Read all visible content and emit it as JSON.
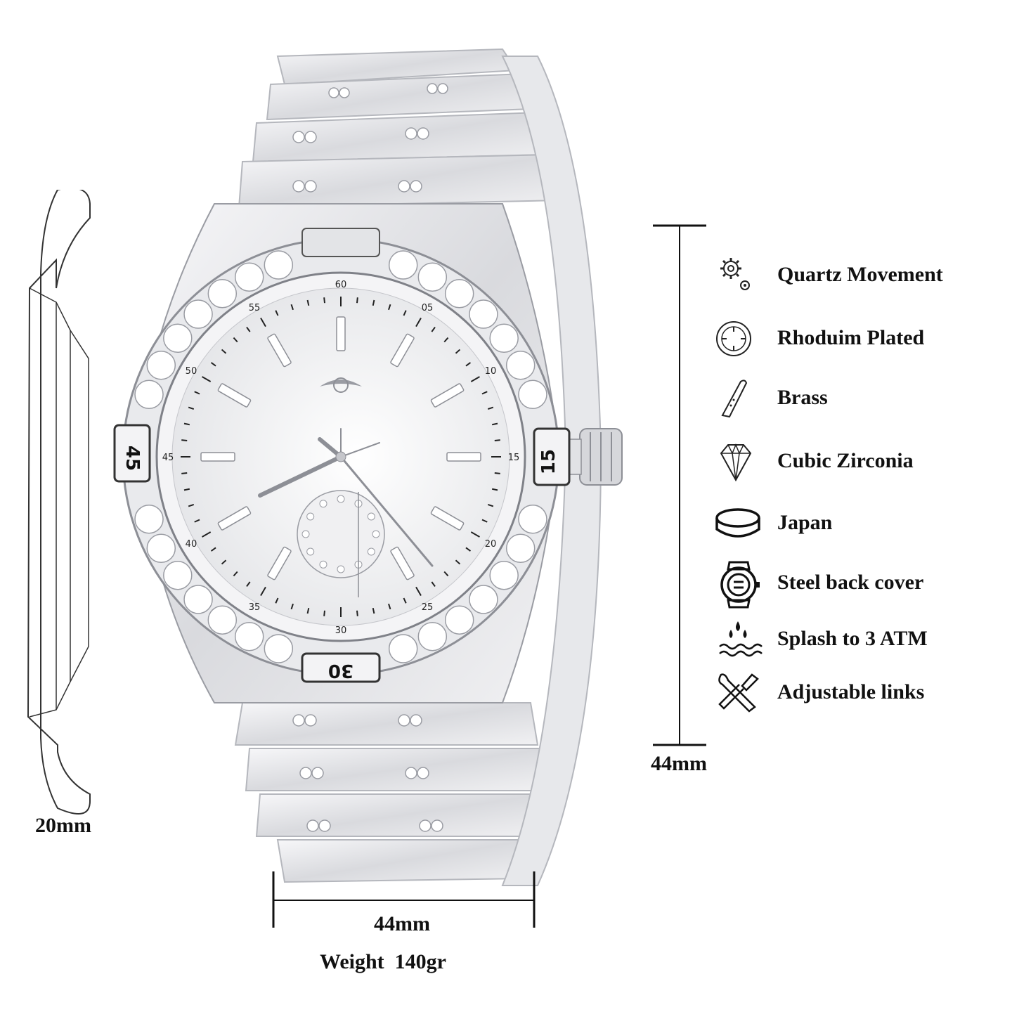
{
  "dimensions": {
    "side_thickness": "20mm",
    "case_height": "44mm",
    "case_width": "44mm",
    "weight_label": "Weight",
    "weight_value": "140gr"
  },
  "watch": {
    "bezel_numbers": [
      "45",
      "15",
      "30"
    ],
    "dial_numbers": [
      "60",
      "05",
      "10",
      "15",
      "20",
      "25",
      "30",
      "35",
      "40",
      "45",
      "50",
      "55"
    ]
  },
  "features": [
    {
      "icon": "gears-icon",
      "label": "Quartz Movement"
    },
    {
      "icon": "plated-dial-icon",
      "label": "Rhoduim Plated"
    },
    {
      "icon": "brass-rod-icon",
      "label": "Brass"
    },
    {
      "icon": "diamond-icon",
      "label": "Cubic Zirconia"
    },
    {
      "icon": "battery-cell-icon",
      "label": "Japan"
    },
    {
      "icon": "watch-back-icon",
      "label": "Steel back cover"
    },
    {
      "icon": "water-drops-icon",
      "label": "Splash to 3 ATM"
    },
    {
      "icon": "tools-icon",
      "label": "Adjustable links"
    }
  ],
  "colors": {
    "metal_light": "#f2f2f4",
    "metal_mid": "#d6d7db",
    "metal_dark": "#9a9ca3",
    "line": "#111111"
  }
}
